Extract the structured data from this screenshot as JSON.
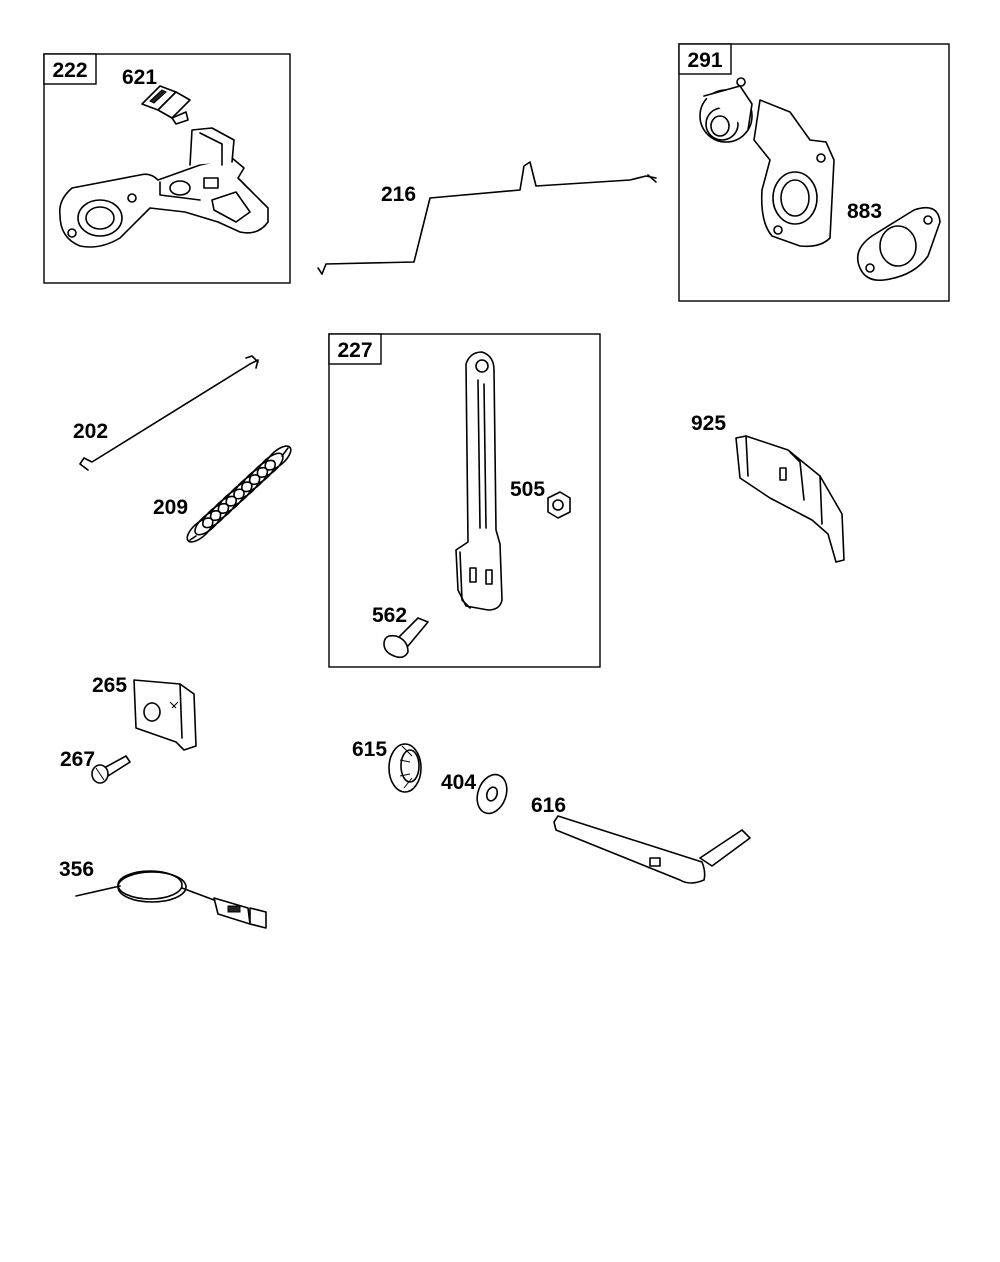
{
  "groups": [
    {
      "id": "222",
      "contains": [
        "621"
      ]
    },
    {
      "id": "291",
      "contains": [
        "883"
      ]
    },
    {
      "id": "227",
      "contains": [
        "505",
        "562"
      ]
    }
  ],
  "parts": {
    "p621": "621",
    "p216": "216",
    "p883": "883",
    "p202": "202",
    "p209": "209",
    "p505": "505",
    "p562": "562",
    "p925": "925",
    "p265": "265",
    "p267": "267",
    "p615": "615",
    "p404": "404",
    "p616": "616",
    "p356": "356"
  }
}
